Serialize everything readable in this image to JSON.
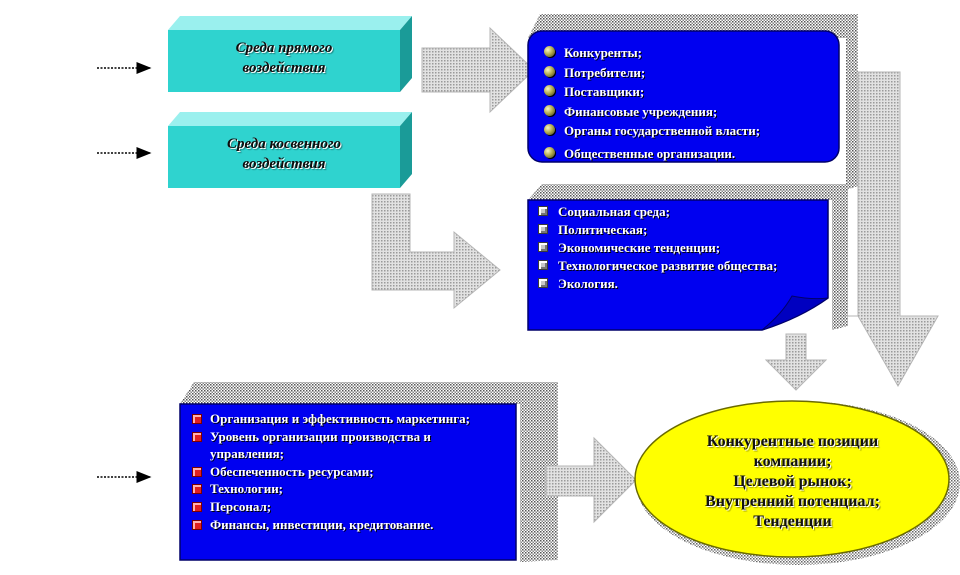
{
  "boxes": {
    "direct": {
      "line1": "Среда прямого",
      "line2": "воздействия"
    },
    "indirect": {
      "line1": "Среда косвенного",
      "line2": "воздействия"
    }
  },
  "direct_factors": [
    "Конкуренты;",
    "Потребители;",
    "Поставщики;",
    "Финансовые учреждения;",
    "Органы государственной власти;",
    "Общественные организации."
  ],
  "indirect_factors": [
    "Социальная среда;",
    "Политическая;",
    "Экономические тенденции;",
    "Технологическое развитие общества;",
    "Экология."
  ],
  "internal_factors": [
    "Организация  и эффективность маркетинга;",
    "Уровень организации  производства и управления;",
    "Обеспеченность ресурсами;",
    "Технологии;",
    "Персонал;",
    "Финансы, инвестиции, кредитование."
  ],
  "result": {
    "line1": "Конкурентные позиции",
    "line2": "компании;",
    "line3": "Целевой рынок;",
    "line4": "Внутренний потенциал;",
    "line5": "Тенденции"
  },
  "colors": {
    "teal": "#2fd3cf",
    "teal_dark": "#1a9b98",
    "blue": "#0000f0",
    "yellow": "#ffff00",
    "arrow_gray": "#c0c0c0"
  }
}
